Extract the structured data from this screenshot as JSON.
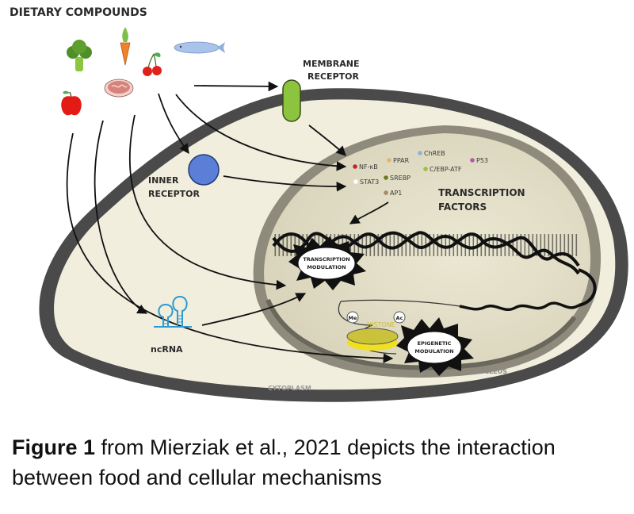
{
  "figure": {
    "title": "DIETARY COMPOUNDS",
    "foods": [
      {
        "name": "broccoli",
        "icon": "broccoli-icon",
        "color": "#5e9e2f"
      },
      {
        "name": "carrot",
        "icon": "carrot-icon",
        "color": "#f0822c"
      },
      {
        "name": "fish",
        "icon": "fish-icon",
        "color": "#a9c3ea"
      },
      {
        "name": "cherries",
        "icon": "cherries-icon",
        "color": "#e0201c"
      },
      {
        "name": "meat",
        "icon": "meat-icon",
        "color": "#d7837a"
      },
      {
        "name": "apple",
        "icon": "apple-icon",
        "color": "#e31b14"
      }
    ],
    "membrane_receptor": {
      "line1": "MEMBRANE",
      "line2": "RECEPTOR",
      "color": "#8dc43f"
    },
    "inner_receptor": {
      "line1": "INNER",
      "line2": "RECEPTOR",
      "color": "#5b7ed6"
    },
    "transcription_factors": {
      "line1": "TRANSCRIPTION",
      "line2": "FACTORS",
      "items": [
        {
          "label": "NF-κB",
          "color": "#c8202b"
        },
        {
          "label": "PPAR",
          "color": "#e9b36b"
        },
        {
          "label": "ChREB",
          "color": "#8fb0db"
        },
        {
          "label": "P53",
          "color": "#b35aa8"
        },
        {
          "label": "C/EBP-ATF",
          "color": "#9bc23c"
        },
        {
          "label": "SREBP",
          "color": "#6b7a22"
        },
        {
          "label": "STAT3",
          "color": "#ffffff"
        },
        {
          "label": "AP1",
          "color": "#a88a66"
        }
      ]
    },
    "transcription_modulation": {
      "line1": "TRANSCRIPTION",
      "line2": "MODULATION"
    },
    "epigenetic_modulation": {
      "line1": "EPIGENETIC",
      "line2": "MODULATION"
    },
    "histone": {
      "label": "HISTONE",
      "mark_me": "Me",
      "mark_ac": "Ac",
      "color": "#d9d23a"
    },
    "ncrna": {
      "label": "ncRNA",
      "color": "#2e9ad0"
    },
    "nucleus_label": "NUCLEUS",
    "cytoplasm_label": "CYTOPLASM",
    "colors": {
      "cell_fill": "#f1eedd",
      "membrane": "#4a4a4a",
      "nucleus_fill": "#e3dfc8"
    }
  },
  "caption": {
    "bold": "Figure 1",
    "rest": " from Mierziak et al., 2021 depicts the interaction between food and cellular mechanisms"
  }
}
